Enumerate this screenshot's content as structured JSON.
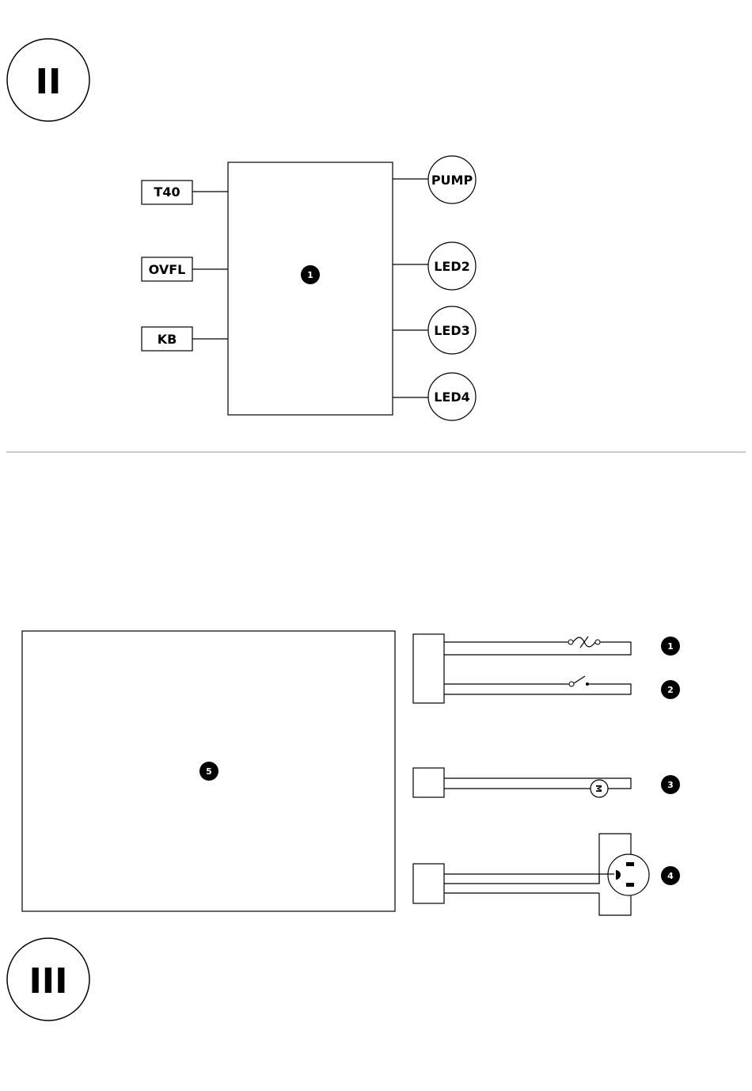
{
  "sections": {
    "top_roman": "II",
    "bottom_roman": "III"
  },
  "top_diagram": {
    "inputs": [
      "T40",
      "OVFL",
      "KB"
    ],
    "outputs": [
      "PUMP",
      "LED2",
      "LED3",
      "LED4"
    ],
    "controller_marker": "1"
  },
  "bottom_diagram": {
    "board_marker": "5",
    "markers": [
      "1",
      "2",
      "3",
      "4"
    ]
  },
  "colors": {
    "stroke": "#000000",
    "divider": "#999999",
    "marker_fill": "#000000",
    "background": "#ffffff"
  }
}
